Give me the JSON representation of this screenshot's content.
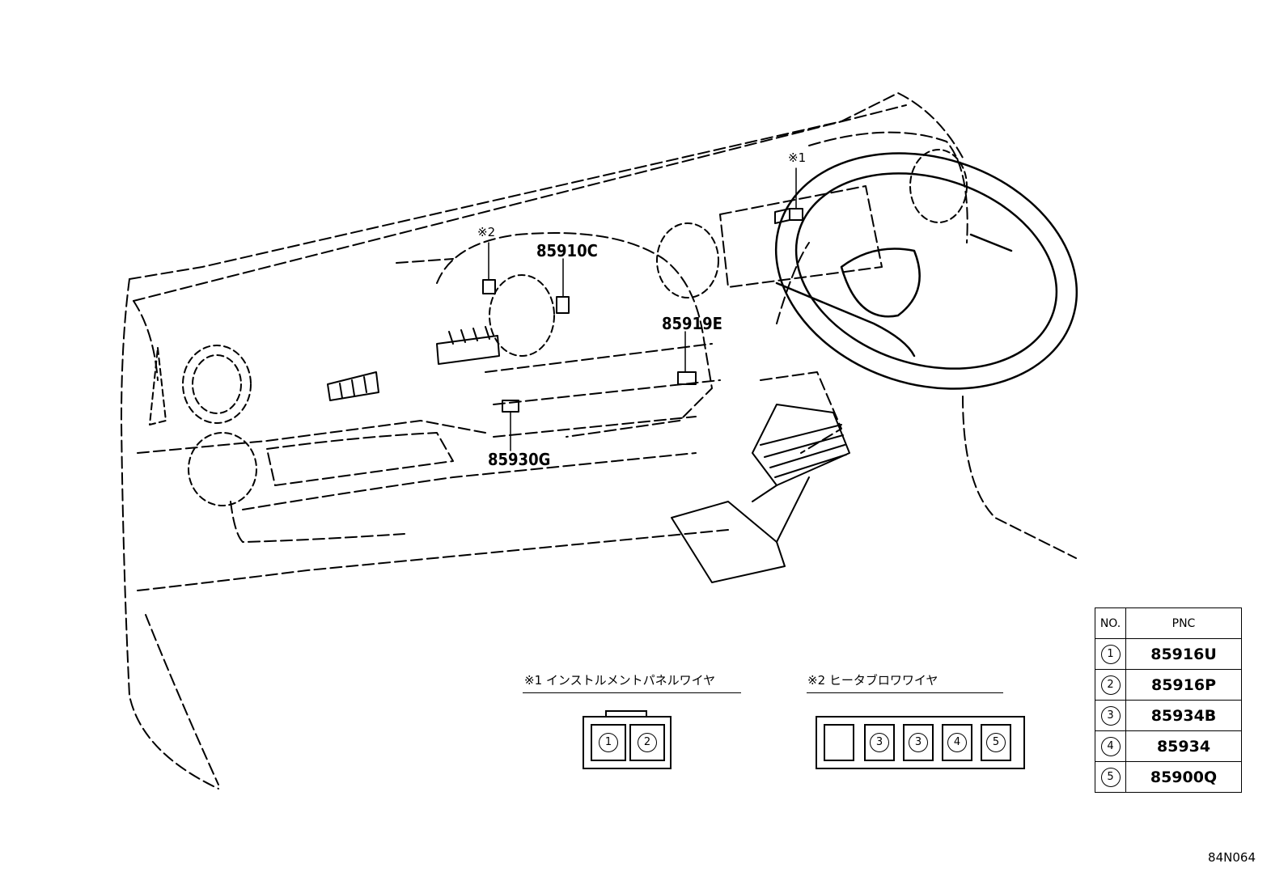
{
  "callouts": {
    "c85910C": "85910C",
    "c85919E": "85919E",
    "c85930G": "85930G",
    "mark1": "※1",
    "mark2": "※2"
  },
  "notes": {
    "note1_title": "※1 インストルメントパネルワイヤ",
    "note2_title": "※2 ヒータブロワワイヤ"
  },
  "connector1": {
    "cavities": [
      "1",
      "2"
    ]
  },
  "connector2": {
    "cavities": [
      "",
      "3",
      "3",
      "4",
      "5"
    ]
  },
  "pnc_table": {
    "header_no": "NO.",
    "header_pnc": "PNC",
    "rows": [
      {
        "no": "1",
        "pnc": "85916U"
      },
      {
        "no": "2",
        "pnc": "85916P"
      },
      {
        "no": "3",
        "pnc": "85934B"
      },
      {
        "no": "4",
        "pnc": "85934"
      },
      {
        "no": "5",
        "pnc": "85900Q"
      }
    ]
  },
  "figure_id": "84N064"
}
